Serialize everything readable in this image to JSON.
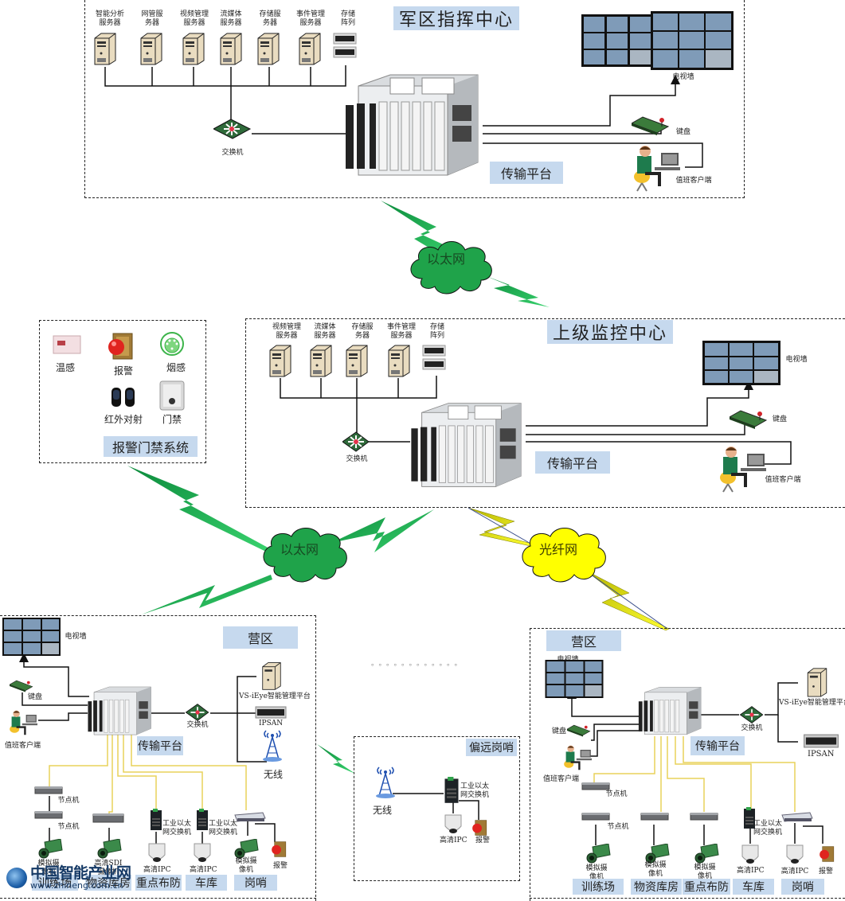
{
  "diagram": {
    "type": "network-topology",
    "colors": {
      "ethernet_cloud": "#1fa34a",
      "fiber_cloud": "#ffff00",
      "title_tag_bg": "#c6d9ee",
      "link_black": "#111111",
      "link_yellow": "#e8d25a"
    }
  },
  "military_hq": {
    "title": "军区指挥中心",
    "servers": [
      {
        "label": "智能分析\n服务器"
      },
      {
        "label": "网管服\n务器"
      },
      {
        "label": "视频管理\n服务器"
      },
      {
        "label": "流媒体\n服务器"
      },
      {
        "label": "存储服\n务器"
      },
      {
        "label": "事件管理\n服务器"
      }
    ],
    "storage_array": "存储\n阵列",
    "switch": "交换机",
    "platform": "传输平台",
    "tv_wall": "电视墙",
    "keyboard": "键盘",
    "client": "值班客户端"
  },
  "link_top": {
    "label": "以太网"
  },
  "upper_center": {
    "title": "上级监控中心",
    "servers": [
      {
        "label": "视频管理\n服务器"
      },
      {
        "label": "流媒体\n服务器"
      },
      {
        "label": "存储服\n务器"
      },
      {
        "label": "事件管理\n服务器"
      }
    ],
    "storage_array": "存储\n阵列",
    "switch": "交换机",
    "platform": "传输平台",
    "tv_wall": "电视墙",
    "keyboard": "键盘",
    "client": "值班客户端"
  },
  "alarm_system": {
    "title": "报警门禁系统",
    "items": [
      {
        "label": "温感",
        "icon": "temperature-sensor-icon"
      },
      {
        "label": "报警",
        "icon": "alarm-button-icon"
      },
      {
        "label": "烟感",
        "icon": "smoke-detector-icon"
      },
      {
        "label": "红外对射",
        "icon": "infrared-beam-icon"
      },
      {
        "label": "门禁",
        "icon": "access-control-icon"
      }
    ]
  },
  "link_left": {
    "label": "以太网"
  },
  "link_right": {
    "label": "光纤网"
  },
  "camp_left": {
    "title": "营区",
    "tv_wall": "电视墙",
    "keyboard": "键盘",
    "client": "值班客户端",
    "platform": "传输平台",
    "switch": "交换机",
    "mgmt_platform": "VS-iEye智能管理平台",
    "ipsan": "IPSAN",
    "wireless": "无线",
    "node1": "节点机",
    "node2": "节点机",
    "devices": [
      {
        "label": "模拟摄\n像机"
      },
      {
        "label": "高清SDI\n摄像机"
      },
      {
        "label": "工业以太\n网交换机"
      },
      {
        "label": "高清IPC"
      },
      {
        "label": "工业以太\n网交换机"
      },
      {
        "label": "高清IPC"
      },
      {
        "label": "模拟摄\n像机"
      },
      {
        "label": "报警"
      }
    ],
    "zones": [
      "训练场",
      "物资库房",
      "重点布防",
      "车库",
      "岗哨"
    ]
  },
  "remote_post": {
    "title": "偏远岗哨",
    "wireless": "无线",
    "switch": "工业以太\n网交换机",
    "ipc": "高清IPC",
    "alarm": "报警"
  },
  "ellipsis": "。。。。。。。。。。。。",
  "camp_right": {
    "title": "营区",
    "tv_wall": "电视墙",
    "keyboard": "键盘",
    "client": "值班客户端",
    "platform": "传输平台",
    "switch": "交换机",
    "mgmt_platform": "VS-iEye智能管理平台",
    "ipsan": "IPSAN",
    "node1": "节点机",
    "node2": "节点机",
    "devices": [
      {
        "label": "模拟摄\n像机"
      },
      {
        "label": "模拟摄\n像机"
      },
      {
        "label": "模拟摄\n像机"
      },
      {
        "label": "工业以太\n网交换机"
      },
      {
        "label": "高清IPC"
      },
      {
        "label": "高清IPC"
      },
      {
        "label": "报警"
      }
    ],
    "zones": [
      "训练场",
      "物资库房",
      "重点布防",
      "车库",
      "岗哨"
    ]
  },
  "watermark": {
    "name": "中国智能产业网",
    "url": "www.zhineng.com.cn"
  }
}
